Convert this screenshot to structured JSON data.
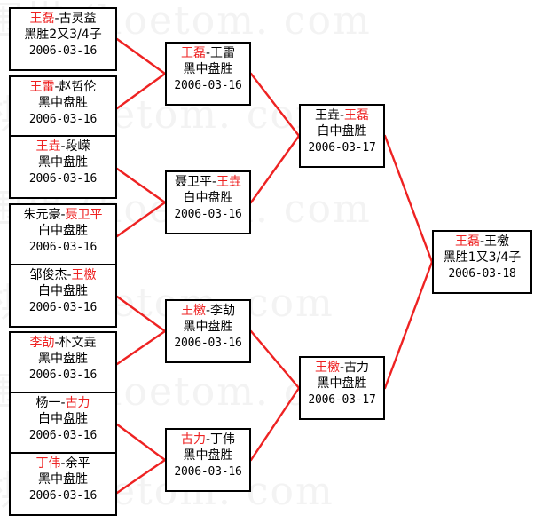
{
  "page": {
    "title": "Go Tournament Bracket 2006",
    "background_color": "#ffffff",
    "box_border_color": "#000000",
    "connector_color": "#ee2222",
    "winner_color": "#ee2222",
    "loser_color": "#000000",
    "watermark_color": "#f3f3f3"
  },
  "watermark": {
    "text": "围棋 (hoetom. com",
    "rows": [
      "围棋 (hoetom. com",
      "围棋 (hoetom. com",
      "围棋 (hoetom. com",
      "围棋 (hoetom. com",
      "围棋 (hoetom. com",
      "围棋 (hoetom. com"
    ]
  },
  "bracket": {
    "rounds": [
      {
        "name": "round-1",
        "matches": [
          {
            "id": "r1m1",
            "winner": "王磊",
            "dash": "-",
            "loser": "古灵益",
            "result": "黑胜2又3/4子",
            "date": "2006-03-16",
            "winner_side": "left"
          },
          {
            "id": "r1m2",
            "winner": "王雷",
            "dash": "-",
            "loser": "赵哲伦",
            "result": "黑中盘胜",
            "date": "2006-03-16",
            "winner_side": "left"
          },
          {
            "id": "r1m3",
            "winner": "王垚",
            "dash": "-",
            "loser": "段嵘",
            "result": "黑中盘胜",
            "date": "2006-03-16",
            "winner_side": "left"
          },
          {
            "id": "r1m4",
            "winner": "聂卫平",
            "dash": "-",
            "loser": "朱元豪",
            "result": "白中盘胜",
            "date": "2006-03-16",
            "winner_side": "right"
          },
          {
            "id": "r1m5",
            "winner": "王檄",
            "dash": "-",
            "loser": "邹俊杰",
            "result": "白中盘胜",
            "date": "2006-03-16",
            "winner_side": "right"
          },
          {
            "id": "r1m6",
            "winner": "李劼",
            "dash": "-",
            "loser": "朴文垚",
            "result": "黑中盘胜",
            "date": "2006-03-16",
            "winner_side": "left"
          },
          {
            "id": "r1m7",
            "winner": "古力",
            "dash": "-",
            "loser": "杨一",
            "result": "白中盘胜",
            "date": "2006-03-16",
            "winner_side": "right"
          },
          {
            "id": "r1m8",
            "winner": "丁伟",
            "dash": "-",
            "loser": "余平",
            "result": "黑中盘胜",
            "date": "2006-03-16",
            "winner_side": "left"
          }
        ]
      },
      {
        "name": "round-2",
        "matches": [
          {
            "id": "r2m1",
            "winner": "王磊",
            "dash": "-",
            "loser": "王雷",
            "result": "黑中盘胜",
            "date": "2006-03-16",
            "winner_side": "left"
          },
          {
            "id": "r2m2",
            "winner": "王垚",
            "dash": "-",
            "loser": "聂卫平",
            "result": "白中盘胜",
            "date": "2006-03-16",
            "winner_side": "right"
          },
          {
            "id": "r2m3",
            "winner": "王檄",
            "dash": "-",
            "loser": "李劼",
            "result": "黑中盘胜",
            "date": "2006-03-16",
            "winner_side": "left"
          },
          {
            "id": "r2m4",
            "winner": "古力",
            "dash": "-",
            "loser": "丁伟",
            "result": "黑中盘胜",
            "date": "2006-03-16",
            "winner_side": "left"
          }
        ]
      },
      {
        "name": "semifinal",
        "matches": [
          {
            "id": "sf1",
            "winner": "王磊",
            "dash": "-",
            "loser": "王垚",
            "result": "白中盘胜",
            "date": "2006-03-17",
            "winner_side": "right"
          },
          {
            "id": "sf2",
            "winner": "王檄",
            "dash": "-",
            "loser": "古力",
            "result": "黑中盘胜",
            "date": "2006-03-17",
            "winner_side": "left"
          }
        ]
      },
      {
        "name": "final",
        "matches": [
          {
            "id": "f1",
            "winner": "王磊",
            "dash": "-",
            "loser": "王檄",
            "result": "黑胜1又3/4子",
            "date": "2006-03-18",
            "winner_side": "left"
          }
        ]
      }
    ]
  }
}
